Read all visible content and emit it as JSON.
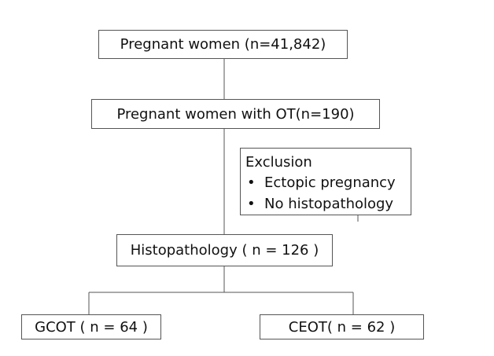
{
  "boxes": {
    "pregnant_women": "Pregnant women (n=41,842)",
    "pregnant_women_ot": "Pregnant women with OT(n=190)",
    "histopathology": "Histopathology ( n = 126 )",
    "gcot": "GCOT ( n = 64 )",
    "ceot": "CEOT( n = 62 )"
  },
  "exclusion": {
    "title": "Exclusion",
    "items": [
      "Ectopic pregnancy",
      "No histopathology"
    ]
  }
}
